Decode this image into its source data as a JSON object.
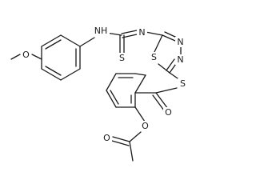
{
  "molecule": {
    "atoms": {
      "methoxy_o": "O",
      "thiourea_nh": "NH",
      "thiourea_n": "N",
      "thiocarbonyl_s": "S",
      "thiadiazole_n1": "N",
      "thiadiazole_n2": "N",
      "thiadiazole_s": "S",
      "thioester_s": "S",
      "thioester_o": "O",
      "ester_o": "O",
      "acetyl_o": "O"
    }
  }
}
